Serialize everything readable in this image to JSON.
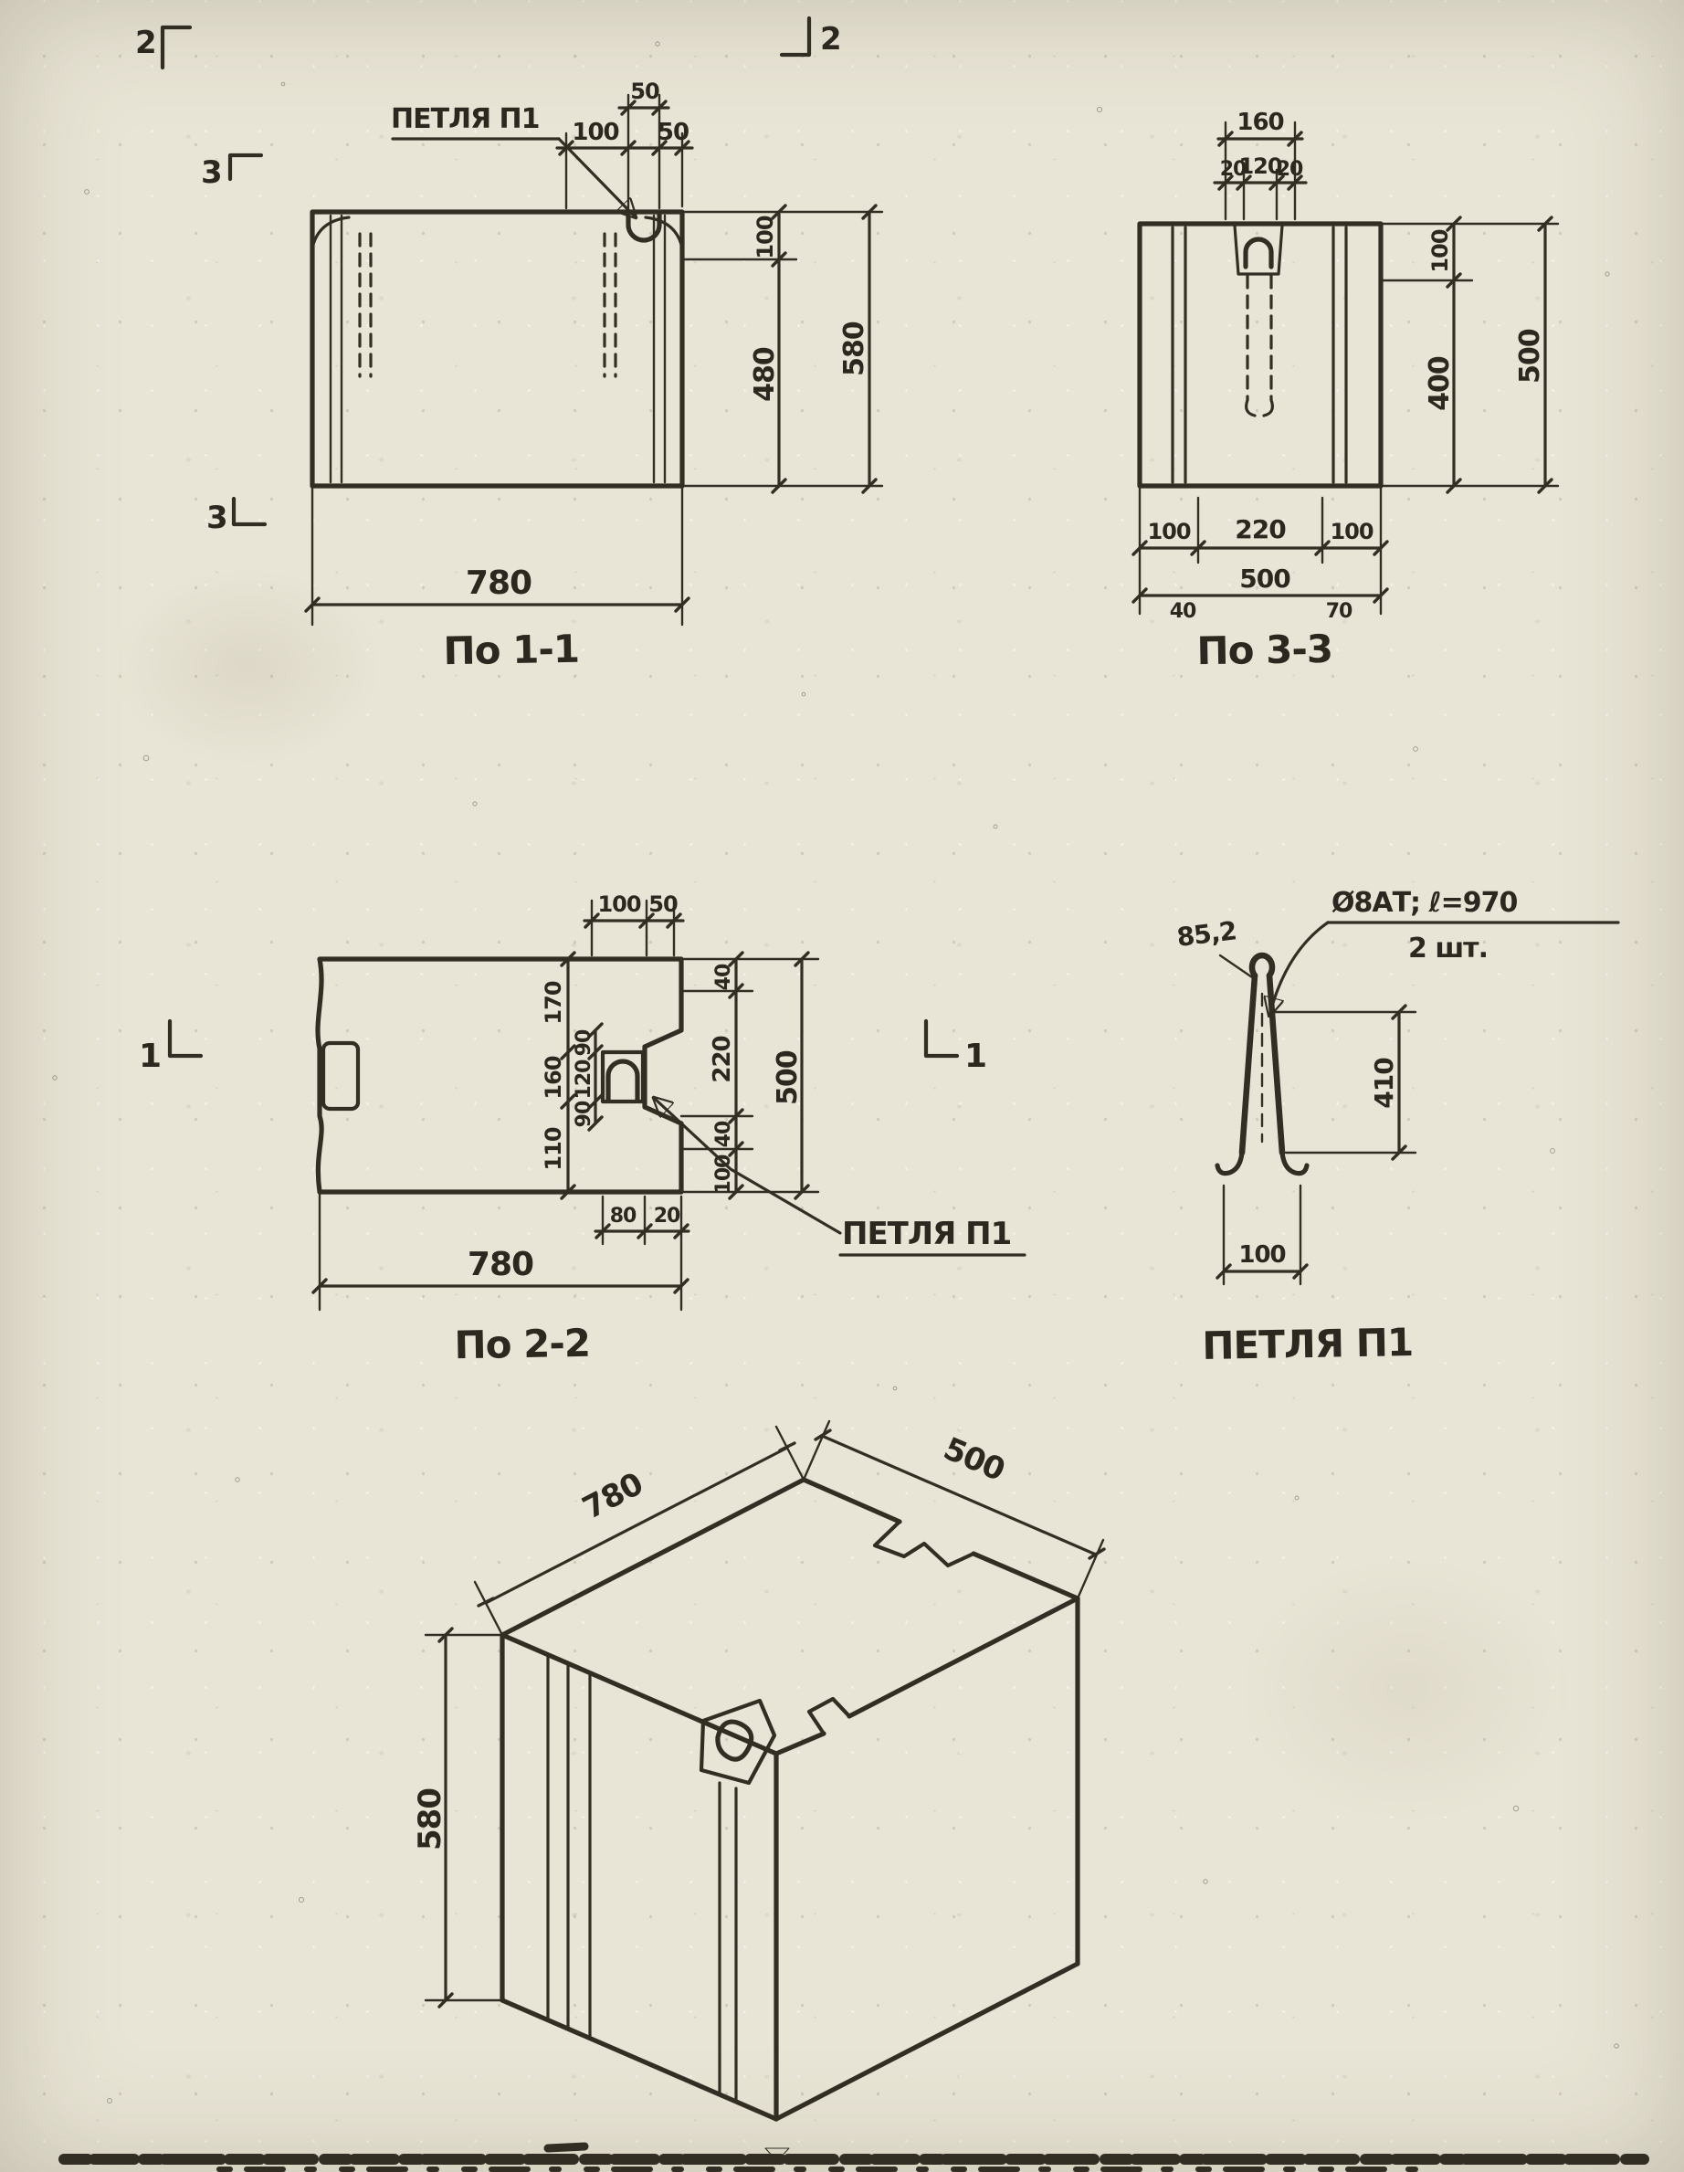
{
  "page": {
    "background": "#e9e5d6",
    "ink": "#332e24"
  },
  "fig1": {
    "title": "По 1-1",
    "loop_label": "ПЕТЛЯ П1",
    "marker_2_left": "2",
    "marker_2_right": "2",
    "marker_3_top": "3",
    "marker_3_bottom": "3",
    "dim_50_top": "50",
    "dim_100_top": "100",
    "dim_50_right": "50",
    "dim_100_side": "100",
    "dim_480": "480",
    "dim_580": "580",
    "dim_780": "780"
  },
  "fig2": {
    "title": "По 3-3",
    "dim_160": "160",
    "dim_20_left": "20",
    "dim_120": "120",
    "dim_20_right": "20",
    "dim_100_side": "100",
    "dim_400": "400",
    "dim_500_side": "500",
    "dim_100_bl": "100",
    "dim_220": "220",
    "dim_100_br": "100",
    "dim_40": "40",
    "dim_500_bottom": "500",
    "dim_70": "70"
  },
  "fig3": {
    "title": "По 2-2",
    "loop_label": "ПЕТЛЯ П1",
    "marker_1_left": "1",
    "marker_1_right": "1",
    "dim_100_top": "100",
    "dim_50_top": "50",
    "dim_170": "170",
    "dim_160": "160",
    "dim_110": "110",
    "dim_90_a": "90",
    "dim_120": "120",
    "dim_90_b": "90",
    "dim_40_r1": "40",
    "dim_220": "220",
    "dim_40_r2": "40",
    "dim_100_r": "100",
    "dim_500": "500",
    "dim_80": "80",
    "dim_20": "20",
    "dim_780": "780"
  },
  "fig4": {
    "title": "ПЕТЛЯ П1",
    "callout_line1": "Ø8АТ; ℓ=970",
    "callout_line2": "2 шт.",
    "radius_label": "85,2",
    "dim_410": "410",
    "dim_100": "100"
  },
  "fig5": {
    "dim_780": "780",
    "dim_500": "500",
    "dim_580": "580"
  }
}
